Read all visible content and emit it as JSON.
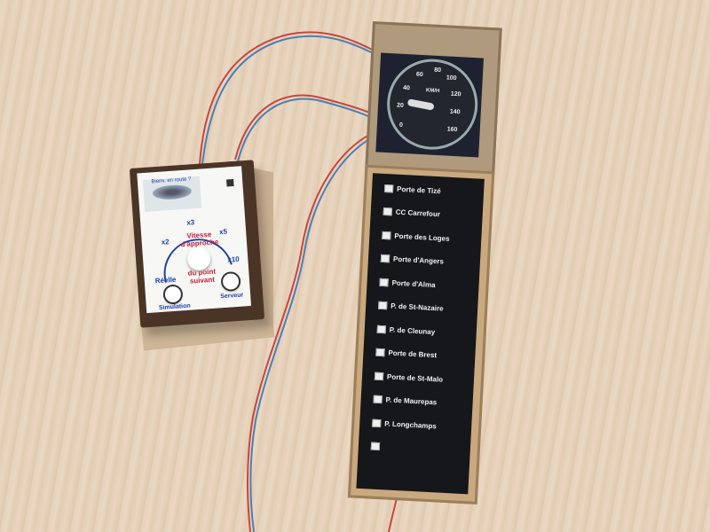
{
  "control_box": {
    "banner": "Bienv. en route ?",
    "dial_title_top": "Vitesse d'approche",
    "dial_title_bottom": "du point suivant",
    "scale": [
      "Réelle",
      "x2",
      "x3",
      "x5",
      "x10"
    ],
    "buttons": [
      "Simulation",
      "Serveur"
    ]
  },
  "speedometer": {
    "unit": "KM/H",
    "ticks": [
      "0",
      "20",
      "40",
      "60",
      "80",
      "100",
      "120",
      "140",
      "160"
    ],
    "reading_kmh": 20
  },
  "stations": [
    "Porte de Tizé",
    "CC Carrefour",
    "Porte des Loges",
    "Porte d'Angers",
    "Porte d'Alma",
    "P. de St-Nazaire",
    "P. de Cleunay",
    "Porte de Brest",
    "Porte de St-Malo",
    "P. de Maurepas",
    "P.  Longchamps"
  ]
}
